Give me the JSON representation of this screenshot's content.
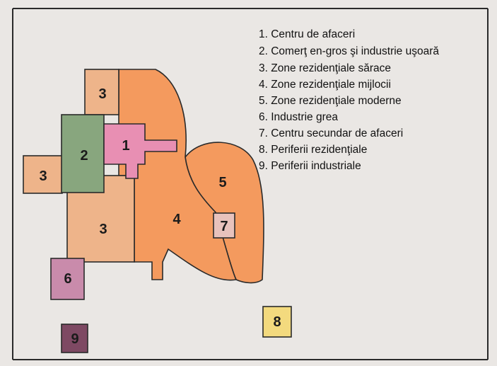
{
  "legend": [
    "1. Centru de afaceri",
    "2. Comerţ en-gros şi industrie uşoară",
    "3. Zone rezidenţiale sărace",
    "4. Zone rezidenţiale mijlocii",
    "5. Zone rezidenţiale moderne",
    "6. Industrie grea",
    "7. Centru secundar de afaceri",
    "8. Periferii rezidenţiale",
    "9. Periferii industriale"
  ],
  "zones": {
    "z1": "1",
    "z2": "2",
    "z3_top": "3",
    "z3_left": "3",
    "z3_center": "3",
    "z4": "4",
    "z5": "5",
    "z6": "6",
    "z7": "7",
    "z8": "8",
    "z9": "9"
  },
  "colors": {
    "page": "#eae7e4",
    "poor_residential": "#eeb48a",
    "middle_residential": "#f49a5e",
    "modern_residential": "#f49a5e",
    "wholesale_light_industry": "#88a67e",
    "business_center": "#e88fb3",
    "heavy_industry": "#c98bab",
    "secondary_business_center": "#e8c2bc",
    "residential_periphery": "#f3da7e",
    "industrial_periphery": "#7e4963"
  }
}
